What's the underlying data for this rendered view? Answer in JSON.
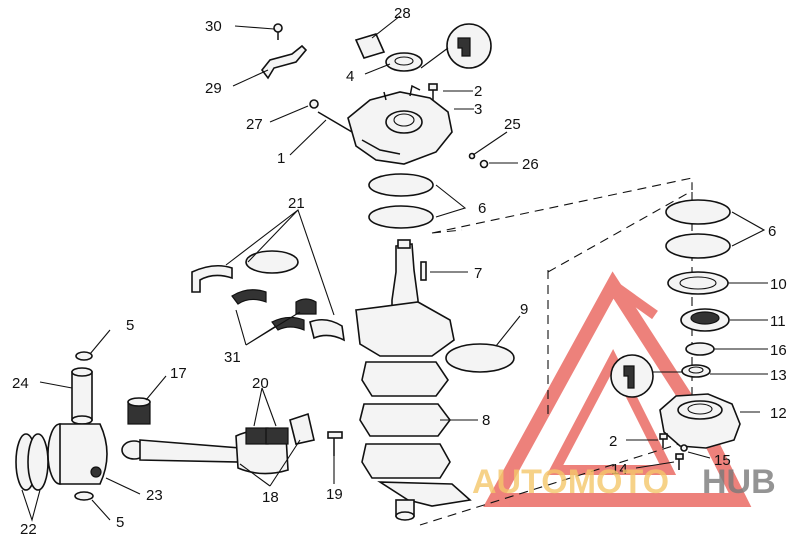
{
  "diagram": {
    "callouts": [
      {
        "id": "1",
        "label": "1"
      },
      {
        "id": "2",
        "label": "2"
      },
      {
        "id": "2b",
        "label": "2"
      },
      {
        "id": "3",
        "label": "3"
      },
      {
        "id": "4",
        "label": "4"
      },
      {
        "id": "5",
        "label": "5"
      },
      {
        "id": "5b",
        "label": "5"
      },
      {
        "id": "6",
        "label": "6"
      },
      {
        "id": "6b",
        "label": "6"
      },
      {
        "id": "7",
        "label": "7"
      },
      {
        "id": "8",
        "label": "8"
      },
      {
        "id": "9",
        "label": "9"
      },
      {
        "id": "10",
        "label": "10"
      },
      {
        "id": "11",
        "label": "11"
      },
      {
        "id": "12",
        "label": "12"
      },
      {
        "id": "13",
        "label": "13"
      },
      {
        "id": "14",
        "label": "14"
      },
      {
        "id": "15",
        "label": "15"
      },
      {
        "id": "16",
        "label": "16"
      },
      {
        "id": "17",
        "label": "17"
      },
      {
        "id": "18",
        "label": "18"
      },
      {
        "id": "19",
        "label": "19"
      },
      {
        "id": "20",
        "label": "20"
      },
      {
        "id": "21",
        "label": "21"
      },
      {
        "id": "22",
        "label": "22"
      },
      {
        "id": "23",
        "label": "23"
      },
      {
        "id": "24",
        "label": "24"
      },
      {
        "id": "25",
        "label": "25"
      },
      {
        "id": "26",
        "label": "26"
      },
      {
        "id": "27",
        "label": "27"
      },
      {
        "id": "28",
        "label": "28"
      },
      {
        "id": "29",
        "label": "29"
      },
      {
        "id": "30",
        "label": "30"
      },
      {
        "id": "31",
        "label": "31"
      }
    ]
  },
  "watermark": {
    "brand_part1": "AUTOMOTO",
    "brand_part2": "HUB",
    "color_primary": "#e8584f",
    "color_secondary": "#f5c76b",
    "color_dark": "#7a7a7a"
  }
}
